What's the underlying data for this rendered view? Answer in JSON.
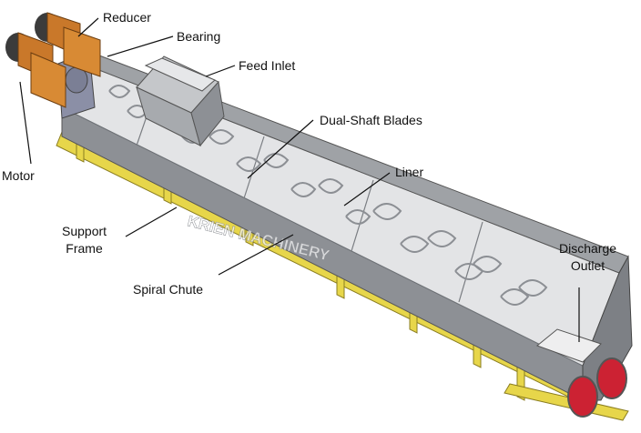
{
  "figure": {
    "watermark": "KRIEN MACHINERY",
    "labels": {
      "reducer": "Reducer",
      "bearing": "Bearing",
      "feed_inlet": "Feed Inlet",
      "dual_shaft_blades": "Dual-Shaft Blades",
      "liner": "Liner",
      "motor": "Motor",
      "support_frame": [
        "Support",
        "Frame"
      ],
      "discharge_outlet": [
        "Discharge",
        "Outlet"
      ],
      "spiral_chute": "Spiral Chute"
    }
  },
  "colors": {
    "trough": "#9fa2a6",
    "trough_dark": "#6f7378",
    "interior": "#e3e4e6",
    "frame": "#e7d64a",
    "motor": "#c9782a",
    "outlet_red": "#cc2233",
    "leader": "#111111"
  }
}
